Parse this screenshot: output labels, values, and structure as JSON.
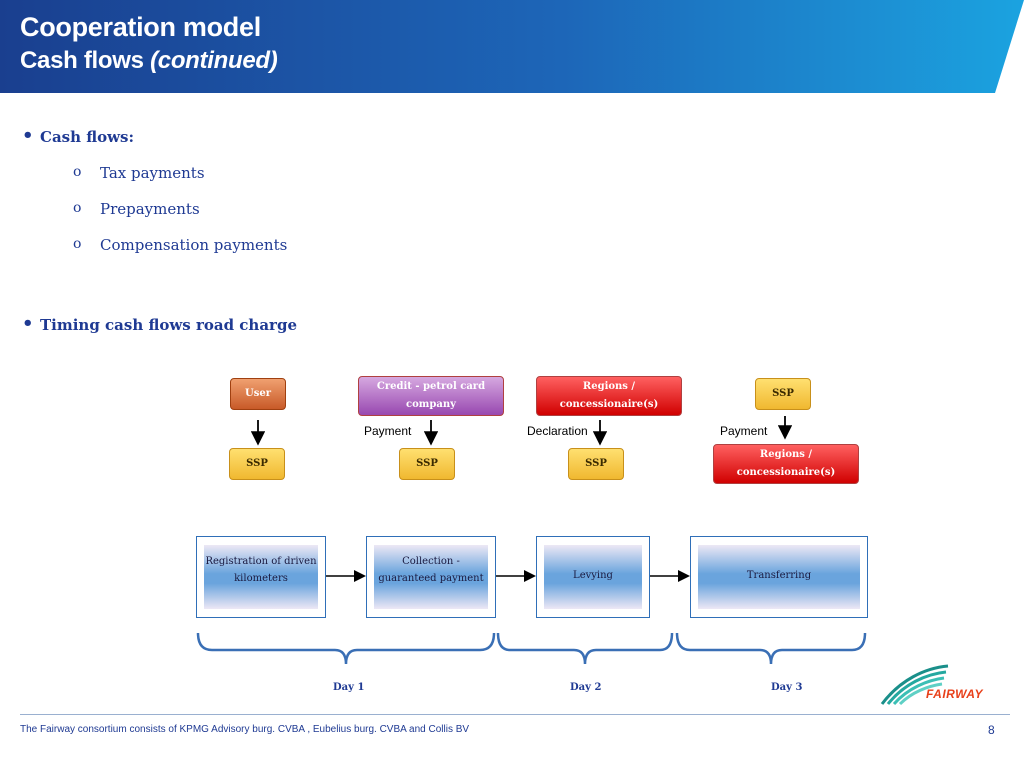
{
  "header": {
    "title_line1": "Cooperation model",
    "title_line2": "Cash flows",
    "title_line2_italic": "(continued)",
    "gradient_start": "#1a3f8f",
    "gradient_end": "#1ba3e0"
  },
  "bullets": {
    "cash_flows": "Cash flows:",
    "items": [
      "Tax payments",
      "Prepayments",
      "Compensation payments"
    ],
    "timing": "Timing cash flows road charge",
    "marker": "•",
    "sub_marker": "o"
  },
  "flows": {
    "col1": {
      "top": "User",
      "bottom": "SSP",
      "label": ""
    },
    "col2": {
      "top": "Credit - petrol card company",
      "bottom": "SSP",
      "label": "Payment"
    },
    "col3": {
      "top": "Regions / concessionaire(s)",
      "bottom": "SSP",
      "label": "Declaration"
    },
    "col4": {
      "top": "SSP",
      "bottom": "Regions / concessionaire(s)",
      "label": "Payment"
    }
  },
  "process": {
    "steps": [
      "Registration of driven kilometers",
      "Collection - guaranteed payment",
      "Levying",
      "Transferring"
    ],
    "days": [
      "Day 1",
      "Day 2",
      "Day 3"
    ]
  },
  "footer": {
    "text": "The Fairway consortium consists of KPMG Advisory burg. CVBA , Eubelius burg. CVBA and Collis BV",
    "page": "8"
  },
  "logo": {
    "text": "FAIRWAY",
    "icon": "fairway-waves-logo"
  }
}
